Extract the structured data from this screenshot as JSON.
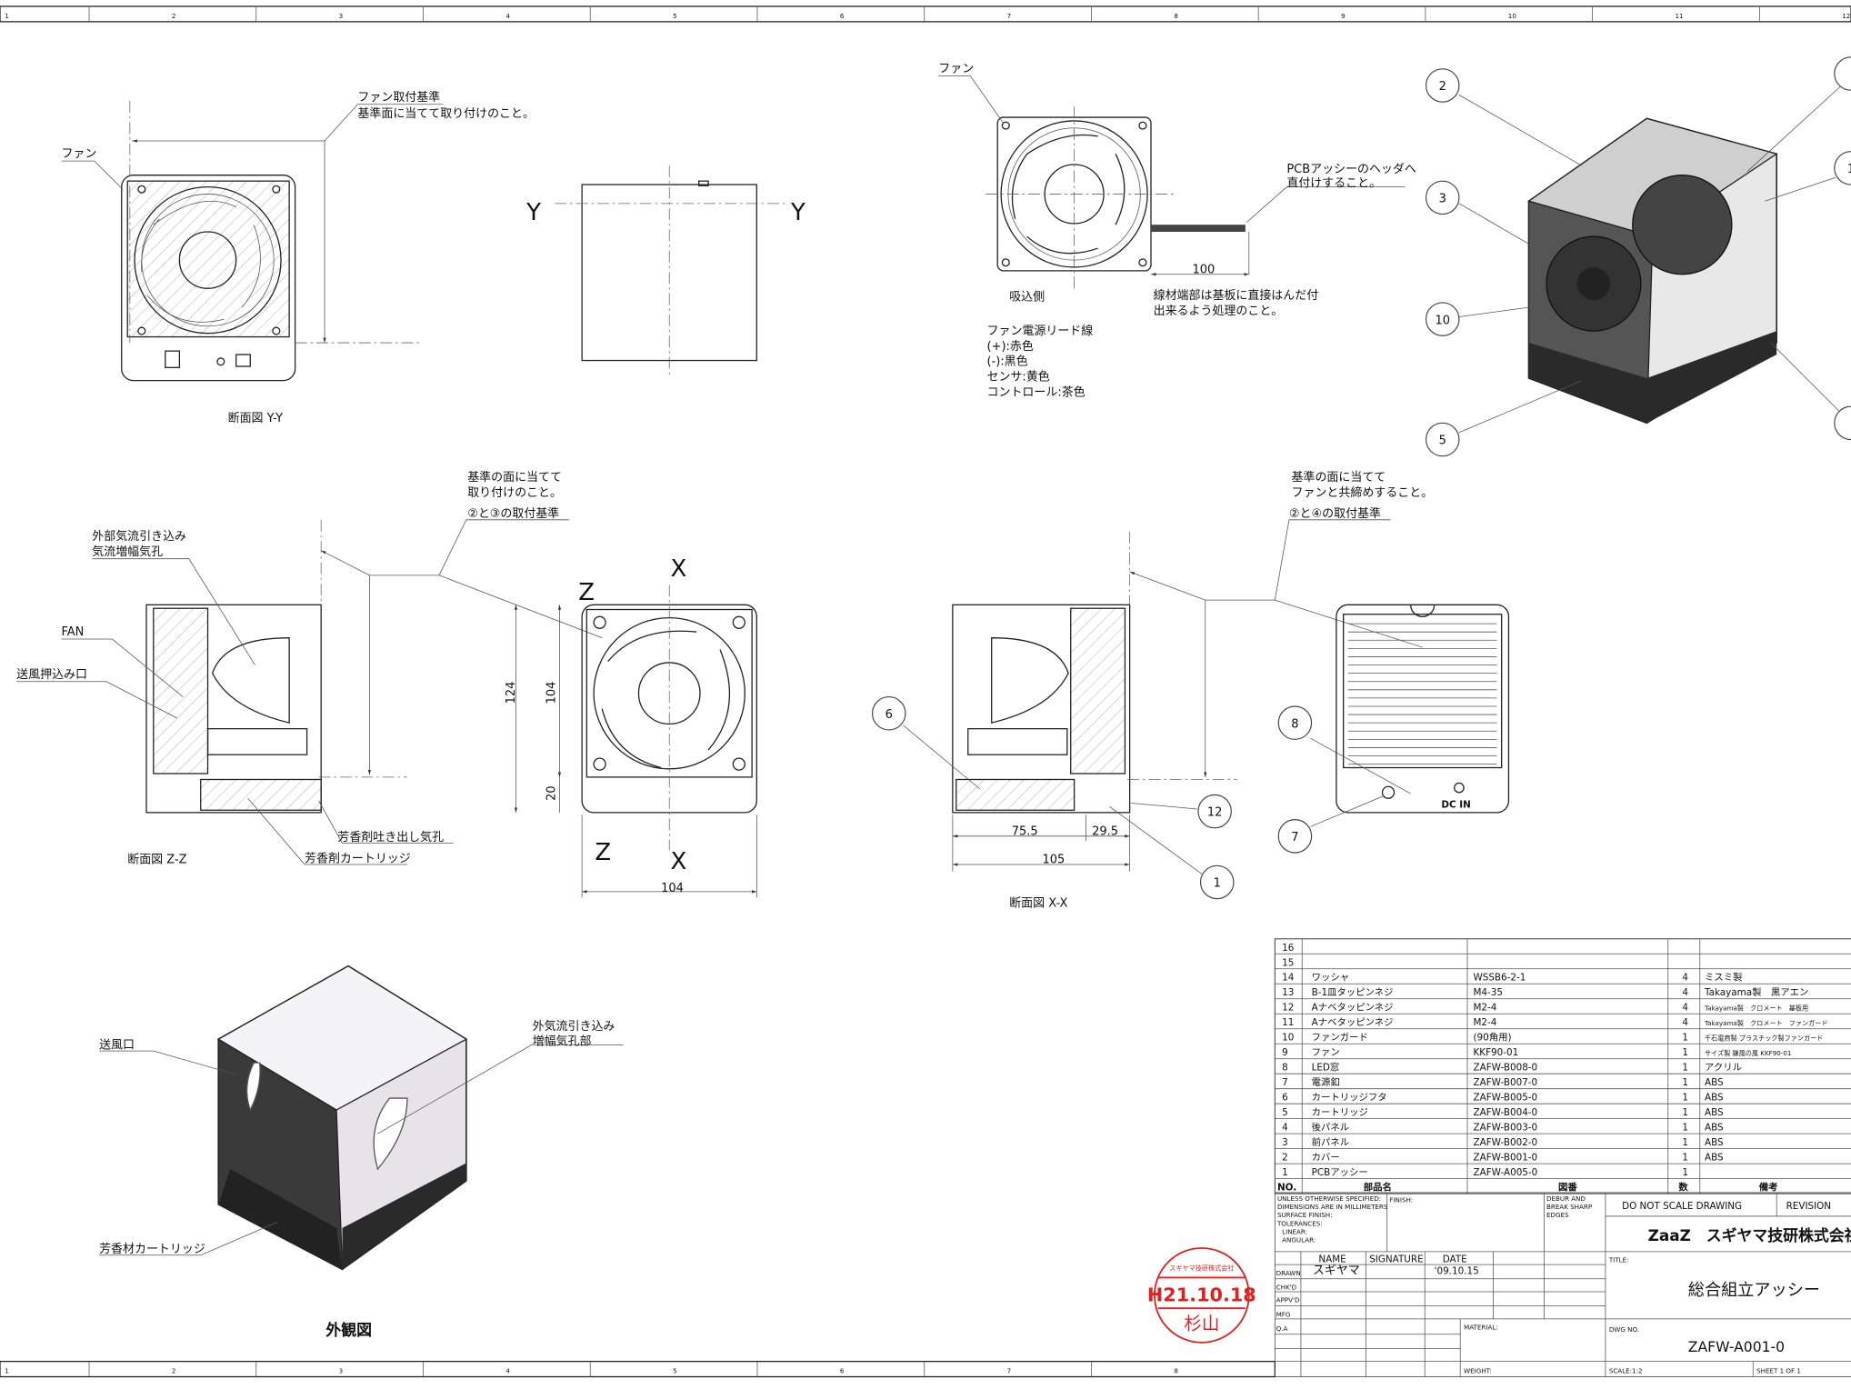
{
  "border": {
    "columns": [
      "1",
      "2",
      "3",
      "4",
      "5",
      "6",
      "7",
      "8",
      "9",
      "10",
      "11",
      "12"
    ],
    "bottom_columns": [
      "1",
      "2",
      "3",
      "4",
      "5",
      "6",
      "7",
      "8"
    ]
  },
  "views": {
    "section_yy": {
      "label": "断面図 Y-Y",
      "fan_label": "ファン",
      "note_title": "ファン取付基準",
      "note_body": "基準面に当てて取り付けのこと。"
    },
    "side_view": {
      "marker_left": "Y",
      "marker_right": "Y"
    },
    "fan_detail": {
      "fan_label": "ファン",
      "intake_label": "吸込側",
      "header_note": [
        "PCBアッシーのヘッダへ",
        "直付けすること。"
      ],
      "lead_length": "100",
      "solder_note": [
        "線材端部は基板に直接はんだ付",
        "出来るよう処理のこと。"
      ],
      "lead_wires": [
        "ファン電源リード線",
        "(+):赤色",
        "(-):黒色",
        "センサ:黄色",
        "コントロール:茶色"
      ]
    },
    "section_zz": {
      "label": "断面図 Z-Z",
      "intake_hole": [
        "外部気流引き込み",
        "気流増幅気孔"
      ],
      "fan": "FAN",
      "push_outlet": "送風押込み口",
      "aroma_outlet": "芳香剤吐き出し気孔",
      "aroma_cartridge": "芳香剤カートリッジ",
      "ref_note": [
        "基準の面に当てて",
        "取り付けのこと。"
      ],
      "ref_title": "②と③の取付基準"
    },
    "front_view": {
      "z_top": "Z",
      "z_bottom": "Z",
      "x_top": "X",
      "x_bottom": "X",
      "dim_total_height": "124",
      "dim_body_height": "104",
      "dim_base": "20",
      "dim_width": "104"
    },
    "section_xx": {
      "label": "断面図 X-X",
      "dim_a": "75.5",
      "dim_b": "29.5",
      "dim_total": "105",
      "ref_note": [
        "基準の面に当てて",
        "ファンと共締めすること。"
      ],
      "ref_title": "②と④の取付基準"
    },
    "rear_view": {
      "dc_in": "DC IN"
    },
    "exterior": {
      "label": "外観図",
      "outlet": "送風口",
      "intake": [
        "外気流引き込み",
        "増幅気孔部"
      ],
      "cartridge": "芳香材カートリッジ"
    },
    "balloons": [
      "1",
      "2",
      "3",
      "5",
      "6",
      "7",
      "8",
      "10",
      "12"
    ]
  },
  "bom": {
    "headers": {
      "no": "NO.",
      "name": "部品名",
      "dwg": "図番",
      "qty": "数",
      "note": "備考"
    },
    "rows": [
      {
        "no": "16",
        "name": "",
        "dwg": "",
        "qty": "",
        "note": ""
      },
      {
        "no": "15",
        "name": "",
        "dwg": "",
        "qty": "",
        "note": ""
      },
      {
        "no": "14",
        "name": "ワッシャ",
        "dwg": "WSSB6-2-1",
        "qty": "4",
        "note": "ミスミ製"
      },
      {
        "no": "13",
        "name": "B-1皿タッピンネジ",
        "dwg": "M4-35",
        "qty": "4",
        "note": "Takayama製　黒アエン"
      },
      {
        "no": "12",
        "name": "Aナベタッピンネジ",
        "dwg": "M2-4",
        "qty": "4",
        "note": "Takayama製　クロメート　基板用"
      },
      {
        "no": "11",
        "name": "Aナベタッピンネジ",
        "dwg": "M2-4",
        "qty": "4",
        "note": "Takayama製　クロメート　ファンガード"
      },
      {
        "no": "10",
        "name": "ファンガード",
        "dwg": "(90角用)",
        "qty": "1",
        "note": "千石電商製 プラスチック製ファンガード"
      },
      {
        "no": "9",
        "name": "ファン",
        "dwg": "KKF90-01",
        "qty": "1",
        "note": "サイズ製 鎌風の風 KKF90-01"
      },
      {
        "no": "8",
        "name": "LED窓",
        "dwg": "ZAFW-B008-0",
        "qty": "1",
        "note": "アクリル"
      },
      {
        "no": "7",
        "name": "電源釦",
        "dwg": "ZAFW-B007-0",
        "qty": "1",
        "note": "ABS"
      },
      {
        "no": "6",
        "name": "カートリッジフタ",
        "dwg": "ZAFW-B005-0",
        "qty": "1",
        "note": "ABS"
      },
      {
        "no": "5",
        "name": "カートリッジ",
        "dwg": "ZAFW-B004-0",
        "qty": "1",
        "note": "ABS"
      },
      {
        "no": "4",
        "name": "後パネル",
        "dwg": "ZAFW-B003-0",
        "qty": "1",
        "note": "ABS"
      },
      {
        "no": "3",
        "name": "前パネル",
        "dwg": "ZAFW-B002-0",
        "qty": "1",
        "note": "ABS"
      },
      {
        "no": "2",
        "name": "カバー",
        "dwg": "ZAFW-B001-0",
        "qty": "1",
        "note": "ABS"
      },
      {
        "no": "1",
        "name": "PCBアッシー",
        "dwg": "ZAFW-A005-0",
        "qty": "1",
        "note": ""
      }
    ]
  },
  "title_block": {
    "spec_lines": [
      "UNLESS OTHERWISE SPECIFIED:",
      "DIMENSIONS ARE IN MILLIMETERS",
      "SURFACE FINISH:",
      "TOLERANCES:",
      "LINEAR:",
      "ANGULAR:"
    ],
    "finish": "FINISH:",
    "debur": [
      "DEBUR AND",
      "BREAK SHARP",
      "EDGES"
    ],
    "do_not_scale": "DO NOT SCALE DRAWING",
    "revision": "REVISION",
    "company": "ZaaZ　スギヤマ技研株式会社",
    "col_name": "NAME",
    "col_signature": "SIGNATURE",
    "col_date": "DATE",
    "roles": [
      "DRAWN",
      "CHK'D",
      "APPV'D",
      "MFG",
      "Q.A"
    ],
    "drawn_name": "スギヤマ",
    "drawn_date": "'09.10.15",
    "title_label": "TITLE:",
    "title": "総合組立アッシー",
    "material": "MATERIAL:",
    "dwg_no_label": "DWG NO.",
    "dwg_no": "ZAFW-A001-0",
    "weight": "WEIGHT:",
    "scale": "SCALE:1:2",
    "sheet": "SHEET 1 OF 1"
  },
  "stamp": {
    "company": "スギヤマ技研株式会社",
    "date": "H21.10.18",
    "name": "杉山",
    "color": "#e02020"
  }
}
